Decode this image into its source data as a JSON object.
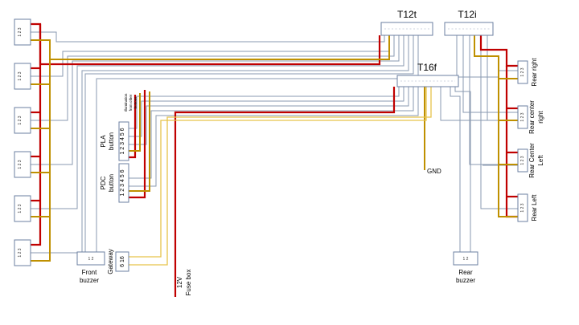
{
  "connectors": {
    "t12t": {
      "label": "T12t"
    },
    "t12i": {
      "label": "T12i"
    },
    "t16f": {
      "label": "T16f"
    }
  },
  "labels": {
    "gnd": "GND",
    "v12": "12V",
    "fuse_box": "Fuse box",
    "front_buzzer_line1": "Front",
    "front_buzzer_line2": "buzzer",
    "rear_buzzer_line1": "Rear",
    "rear_buzzer_line2": "buzzer",
    "gateway": "Gateway",
    "gateway_pins": "6  16",
    "pla_line1": "PLA",
    "pla_line2": "button",
    "pdc_line1": "PDC",
    "pdc_line2": "button",
    "button_pins": "1 2 3 4 5 6",
    "illumination_line1": "Illumination",
    "illumination_line2": "from other",
    "illumination_line3": "buttons",
    "buzzer_pins": "1  2",
    "sensor_pins": "1  2  3",
    "rear_right": "Rear right",
    "rear_center_right_1": "Rear center",
    "rear_center_right_2": "right",
    "rear_center_left_1": "Rear Center",
    "rear_center_left_2": "Left",
    "rear_left": "Rear Left"
  },
  "colors": {
    "red": "#c00000",
    "gold": "#bf9000",
    "yellow": "#e6c34a",
    "gray": "#7f8fa6",
    "box": "#6b7fa0"
  }
}
